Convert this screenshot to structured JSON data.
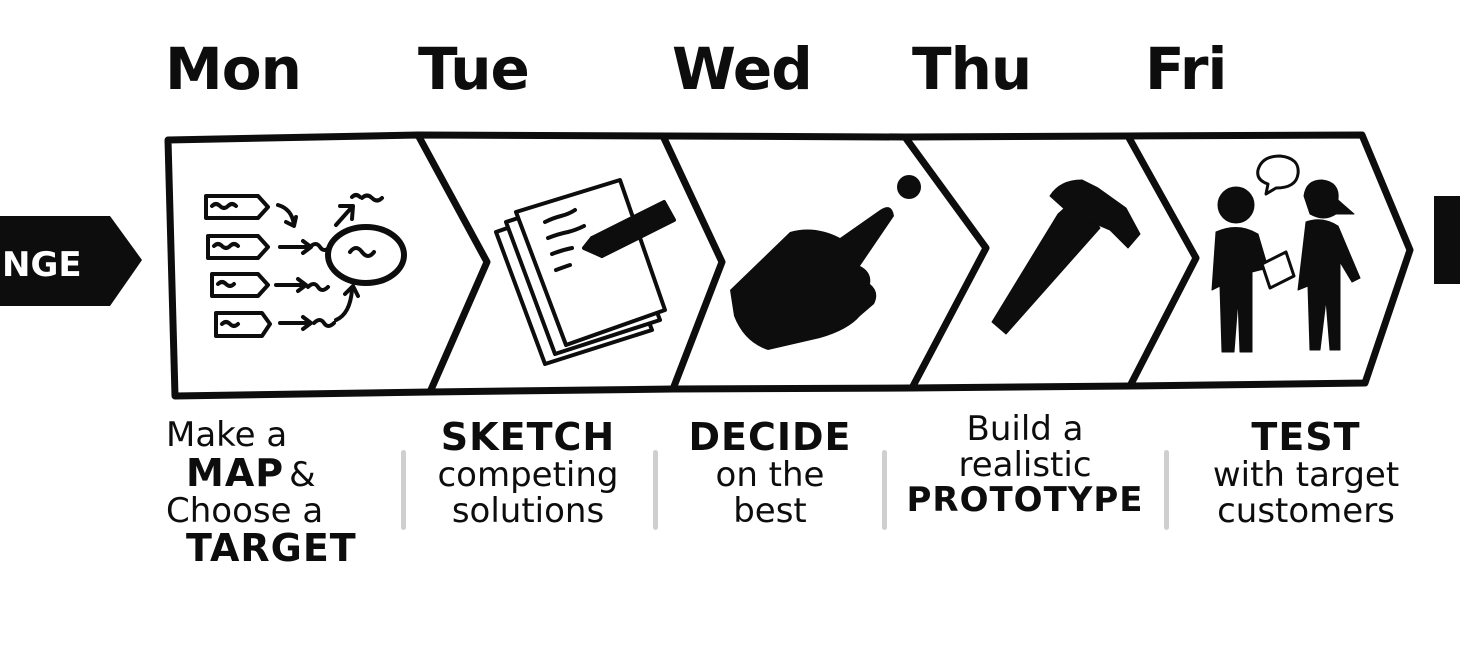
{
  "days": {
    "mon": "Mon",
    "tue": "Tue",
    "wed": "Wed",
    "thu": "Thu",
    "fri": "Fri"
  },
  "left_tag": "NGE",
  "captions": {
    "mon": {
      "line1": "Make a",
      "bold1": "MAP",
      "amp": "&",
      "line2": "Choose a",
      "bold2": "TARGET"
    },
    "tue": {
      "bold": "SKETCH",
      "line1": "competing",
      "line2": "solutions"
    },
    "wed": {
      "bold": "DECIDE",
      "line1": "on the",
      "line2": "best"
    },
    "thu": {
      "line1": "Build a",
      "line2": "realistic",
      "bold": "PROTOTYPE"
    },
    "fri": {
      "bold": "TEST",
      "line1": "with target",
      "line2": "customers"
    }
  }
}
